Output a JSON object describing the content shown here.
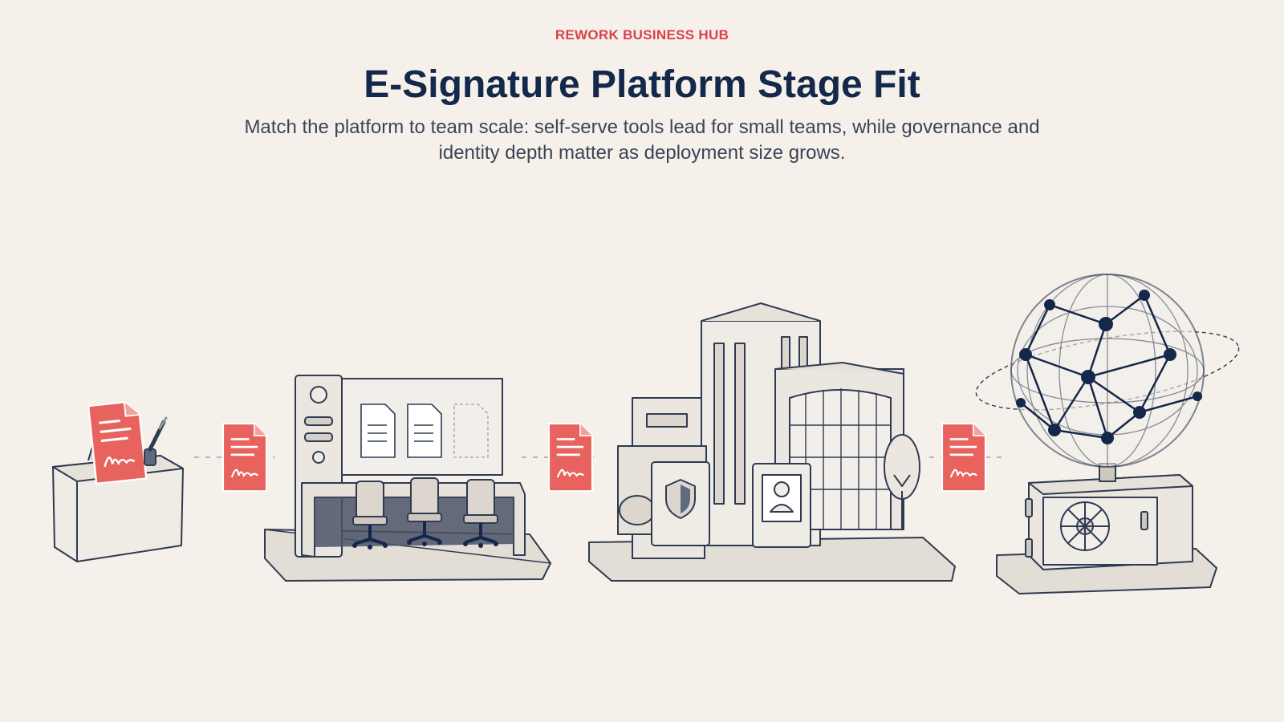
{
  "header": {
    "eyebrow": "REWORK BUSINESS HUB",
    "title": "E-Signature Platform Stage Fit",
    "subtitle": "Match the platform to team scale: self-serve tools lead for small teams, while governance and identity depth matter as deployment size grows."
  },
  "colors": {
    "accent": "#d9414a",
    "document": "#e8625e",
    "navy": "#13284a",
    "background": "#f5f1ea"
  },
  "stages": [
    {
      "icon": "signing-desk-icon"
    },
    {
      "icon": "team-office-icon"
    },
    {
      "icon": "enterprise-campus-icon"
    },
    {
      "icon": "global-network-vault-icon"
    }
  ],
  "connectors": [
    {
      "icon": "signed-document-icon"
    },
    {
      "icon": "signed-document-icon"
    },
    {
      "icon": "signed-document-icon"
    }
  ]
}
